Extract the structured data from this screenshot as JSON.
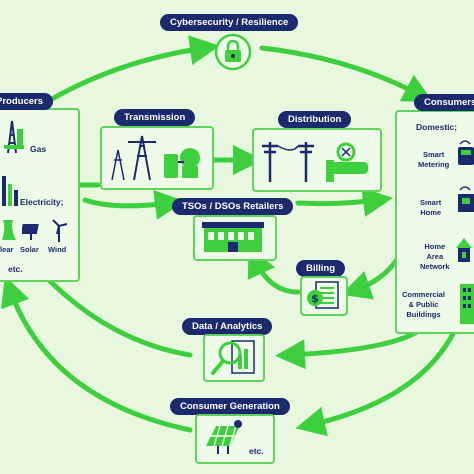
{
  "labels": {
    "cybersecurity": "Cybersecurity / Resilience",
    "producers": "Producers",
    "transmission": "Transmission",
    "distribution": "Distribution",
    "consumers": "Consumers",
    "tsos_retailers": "TSOs / DSOs Retailers",
    "billing": "Billing",
    "data_analytics": "Data / Analytics",
    "consumer_generation": "Consumer Generation"
  },
  "producers": {
    "gas": "Gas",
    "electricity": "Electricity;",
    "nuclear": "lear",
    "solar": "Solar",
    "wind": "Wind",
    "etc": "etc."
  },
  "consumers": {
    "domestic": "Domestic;",
    "smart_metering": "Smart\nMetering",
    "smart_home": "Smart\nHome",
    "home_area_network": "Home\nArea\nNetwork",
    "commercial": "Commercial\n& Public\nBuildings"
  },
  "consumer_generation": {
    "etc": "etc."
  },
  "colors": {
    "navy": "#1a2a6c",
    "green": "#3ecf3e",
    "light_green": "#eefbe8",
    "background": "#e8f8df"
  }
}
